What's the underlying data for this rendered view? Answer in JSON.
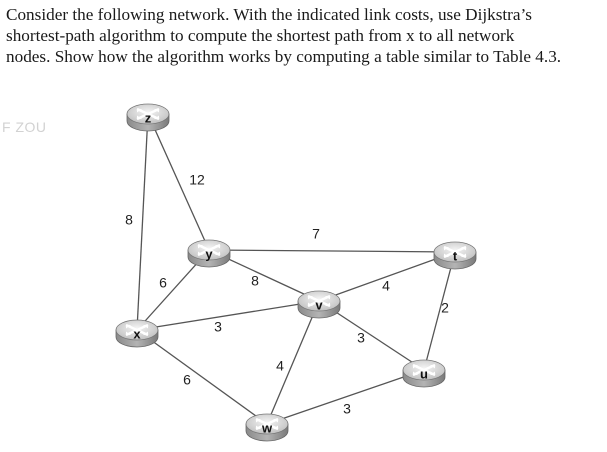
{
  "question": {
    "line1": "Consider the following network. With the indicated link costs, use Dijkstra’s",
    "line2": "shortest-path algorithm to compute the shortest path from x to all network",
    "line3": "nodes. Show how the algorithm works by computing a table similar to Table 4.3."
  },
  "watermark": "F ZOU",
  "network": {
    "nodes": [
      {
        "id": "z",
        "label": "z"
      },
      {
        "id": "y",
        "label": "y"
      },
      {
        "id": "x",
        "label": "x"
      },
      {
        "id": "v",
        "label": "v"
      },
      {
        "id": "t",
        "label": "t"
      },
      {
        "id": "u",
        "label": "u"
      },
      {
        "id": "w",
        "label": "w"
      }
    ],
    "links": [
      {
        "from": "z",
        "to": "y",
        "cost": "12"
      },
      {
        "from": "z",
        "to": "x",
        "cost": "8"
      },
      {
        "from": "y",
        "to": "x",
        "cost": "6"
      },
      {
        "from": "y",
        "to": "t",
        "cost": "7"
      },
      {
        "from": "y",
        "to": "v",
        "cost": "8"
      },
      {
        "from": "x",
        "to": "v",
        "cost": "3"
      },
      {
        "from": "x",
        "to": "w",
        "cost": "6"
      },
      {
        "from": "v",
        "to": "t",
        "cost": "4"
      },
      {
        "from": "v",
        "to": "w",
        "cost": "4"
      },
      {
        "from": "v",
        "to": "u",
        "cost": "3"
      },
      {
        "from": "t",
        "to": "u",
        "cost": "2"
      },
      {
        "from": "w",
        "to": "u",
        "cost": "3"
      }
    ]
  }
}
